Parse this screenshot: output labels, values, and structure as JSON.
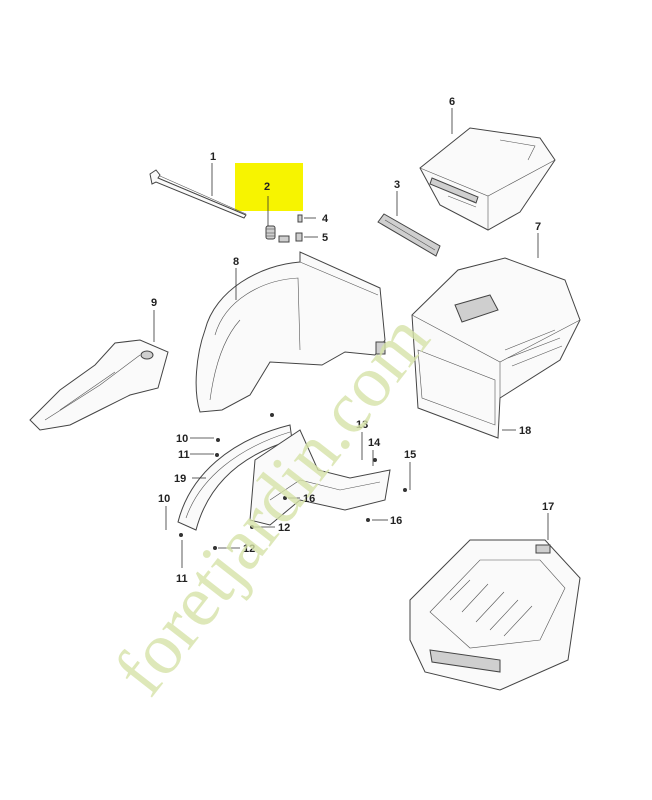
{
  "highlight_color": "#f7f400",
  "watermark": {
    "text": "foretjardin.com",
    "color": "#c8dd8a",
    "accent_color": "#bfa98a"
  },
  "parts": [
    {
      "id": "p1",
      "label": "1"
    },
    {
      "id": "p2",
      "label": "2"
    },
    {
      "id": "p3",
      "label": "3"
    },
    {
      "id": "p4",
      "label": "4"
    },
    {
      "id": "p5",
      "label": "5"
    },
    {
      "id": "p6",
      "label": "6"
    },
    {
      "id": "p7",
      "label": "7"
    },
    {
      "id": "p8",
      "label": "8"
    },
    {
      "id": "p9",
      "label": "9"
    },
    {
      "id": "p10a",
      "label": "10"
    },
    {
      "id": "p10b",
      "label": "10"
    },
    {
      "id": "p11a",
      "label": "11"
    },
    {
      "id": "p11b",
      "label": "11"
    },
    {
      "id": "p12a",
      "label": "12"
    },
    {
      "id": "p12b",
      "label": "12"
    },
    {
      "id": "p13",
      "label": "13"
    },
    {
      "id": "p14",
      "label": "14"
    },
    {
      "id": "p15",
      "label": "15"
    },
    {
      "id": "p16a",
      "label": "16"
    },
    {
      "id": "p16b",
      "label": "16"
    },
    {
      "id": "p17",
      "label": "17"
    },
    {
      "id": "p18",
      "label": "18"
    },
    {
      "id": "p19",
      "label": "19"
    }
  ]
}
